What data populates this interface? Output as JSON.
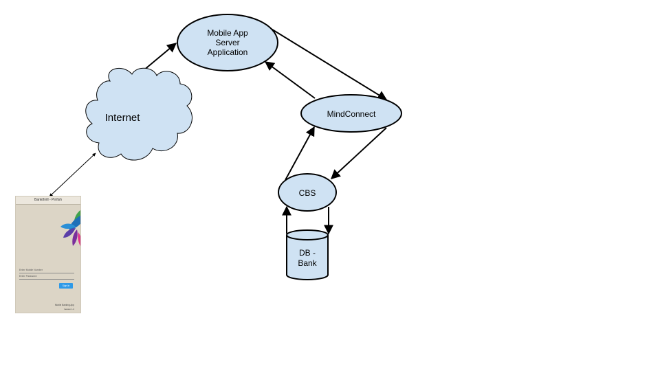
{
  "nodes": {
    "server": {
      "line1": "Mobile App",
      "line2": "Server",
      "line3": "Application"
    },
    "internet": {
      "label": "Internet"
    },
    "mindconnect": {
      "label": "MindConnect"
    },
    "cbs": {
      "label": "CBS"
    },
    "db": {
      "line1": "DB -",
      "line2": "Bank"
    }
  },
  "phone": {
    "title": "Bankthrill - Pinfish",
    "mobile_field": "Enter Mobile Number",
    "password_field": "Enter Password",
    "signin_label": "Sign In",
    "footer_line1": "Mobile Banking App",
    "footer_line2": "Version 1.0"
  },
  "colors": {
    "node_fill": "#cfe2f3",
    "stroke": "#000000",
    "phone_bg": "#dcd5c6",
    "button": "#2f9ae8"
  }
}
